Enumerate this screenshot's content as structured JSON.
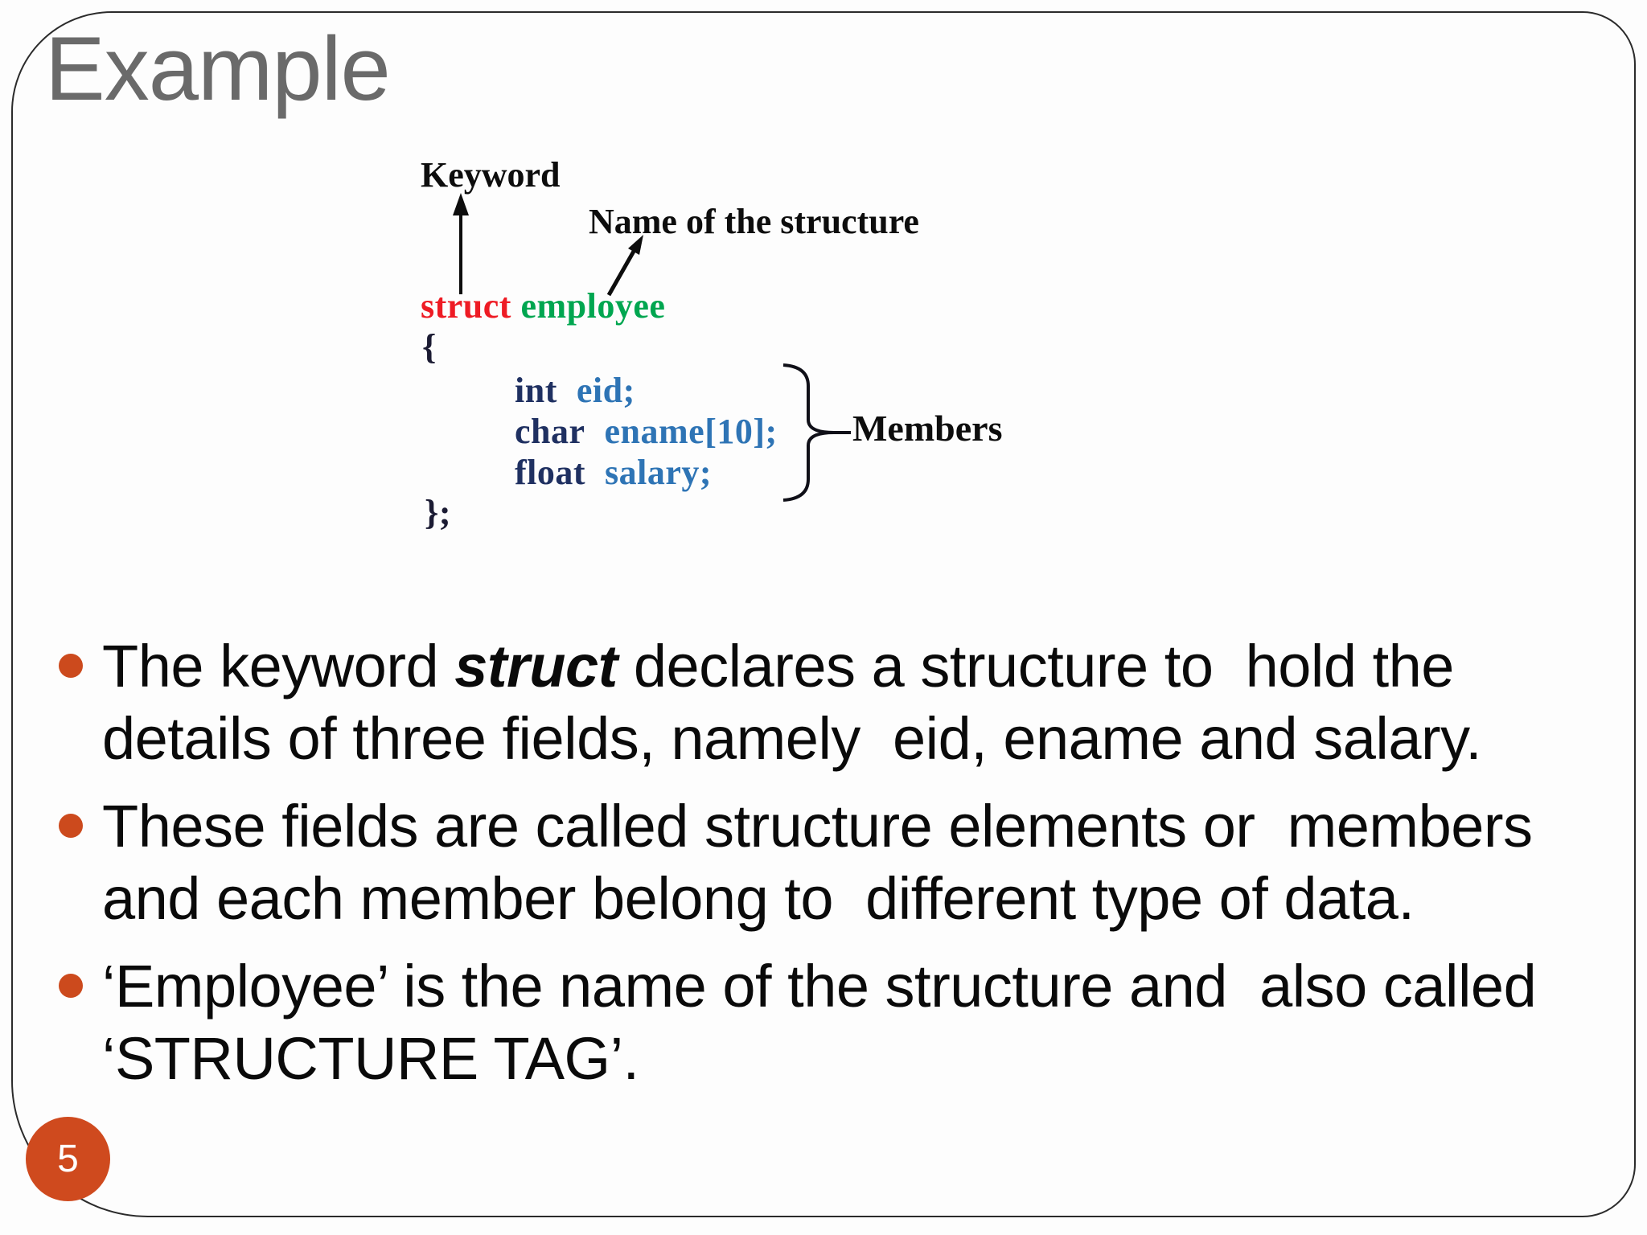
{
  "slide": {
    "title": "Example",
    "page_number": "5"
  },
  "diagram": {
    "keyword_label": "Keyword",
    "structure_name_label": "Name of the structure",
    "members_label": "Members",
    "code": {
      "keyword": "struct",
      "structure_name": "employee",
      "open_brace": "{",
      "members": [
        {
          "type": "int",
          "declaration": "eid;"
        },
        {
          "type": "char",
          "declaration": "ename[10];"
        },
        {
          "type": "float",
          "declaration": "salary;"
        }
      ],
      "close_brace": "};"
    }
  },
  "bullets": [
    {
      "pre": "The keyword ",
      "emphasis": "struct",
      "post": " declares a structure to  hold the\ndetails of three fields, namely  eid, ename and salary."
    },
    {
      "text": "These fields are called structure elements or  members\nand each member belong to  different type of data."
    },
    {
      "text": "‘Employee’ is the name of the structure and  also called\n‘STRUCTURE TAG’."
    }
  ],
  "colors": {
    "accent_orange": "#CC4A1D",
    "title_gray": "#6A6A6A",
    "keyword_red": "#EE1B24",
    "structure_name_green": "#00A650",
    "type_navy": "#1F3061",
    "member_blue": "#2E74B5",
    "frame_border": "#2B2B2B"
  }
}
